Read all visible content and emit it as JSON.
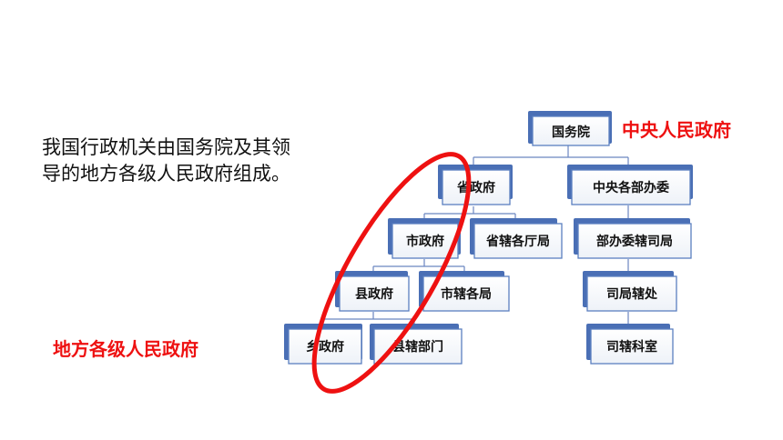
{
  "intro": {
    "line1": "我国行政机关由国务院及其领",
    "line2": "导的地方各级人民政府组成。"
  },
  "labels": {
    "central": "中央人民政府",
    "local": "地方各级人民政府"
  },
  "nodes": {
    "guowuyuan": "国务院",
    "shengzhengfu": "省政府",
    "zhongyang_bumen": "中央各部办委",
    "shizhengfu": "市政府",
    "sheng_tingju": "省辖各厅局",
    "bu_siju": "部办委辖司局",
    "xianzhengfu": "县政府",
    "shi_geju": "市辖各局",
    "siju_chu": "司局辖处",
    "xiangzhengfu": "乡政府",
    "xian_bumen": "县辖部门",
    "si_keshi": "司辖科室"
  },
  "colors": {
    "accent": "#4a6fb5",
    "highlight": "#ee1111"
  }
}
